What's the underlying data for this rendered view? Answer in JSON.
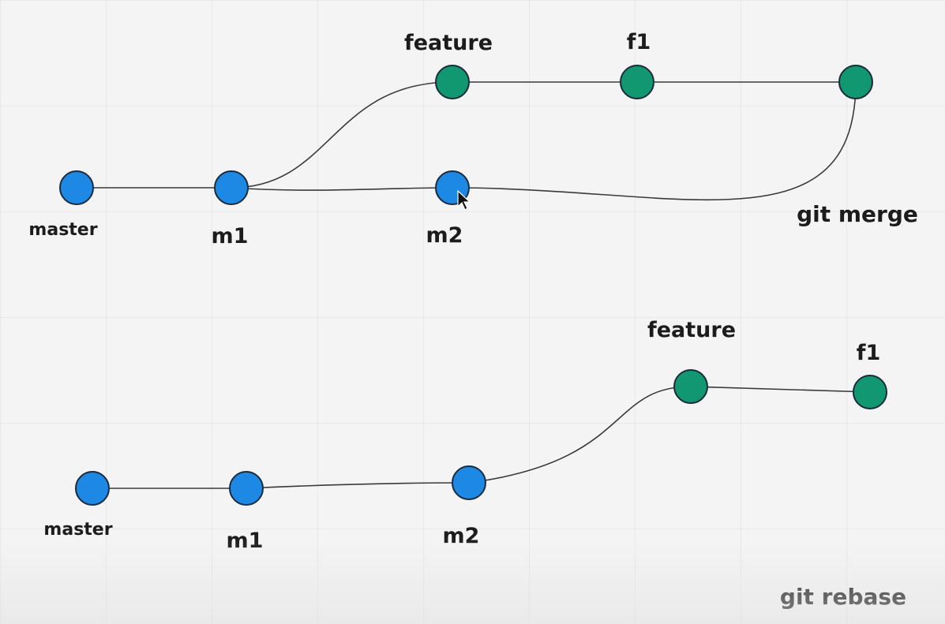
{
  "merge_diagram": {
    "master_label": "master",
    "m1_label": "m1",
    "m2_label": "m2",
    "feature_label": "feature",
    "f1_label": "f1",
    "caption": "git merge"
  },
  "rebase_diagram": {
    "master_label": "master",
    "m1_label": "m1",
    "m2_label": "m2",
    "feature_label": "feature",
    "f1_label": "f1",
    "caption": "git rebase"
  },
  "colors": {
    "master_commit": "#1e88e5",
    "feature_commit": "#119870",
    "edge": "#3a3a3a"
  }
}
